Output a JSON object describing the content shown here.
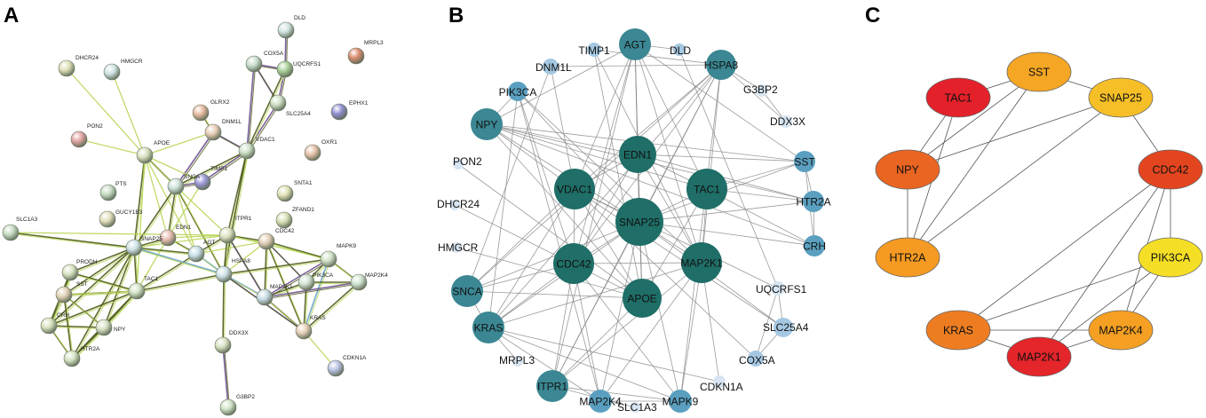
{
  "panels": [
    {
      "letter": "A",
      "nodes": [
        {
          "id": "DLD",
          "color": "#cfe3df"
        },
        {
          "id": "MRPL3",
          "color": "#d98a6e"
        },
        {
          "id": "COX5A",
          "color": "#c8dccd"
        },
        {
          "id": "UQCRFS1",
          "color": "#a9cf99"
        },
        {
          "id": "DHCR24",
          "color": "#dfe0b8"
        },
        {
          "id": "HMGCR",
          "color": "#cfe3e3"
        },
        {
          "id": "SLC25A4",
          "color": "#cfe0c5"
        },
        {
          "id": "EPHX1",
          "color": "#8f8ed0"
        },
        {
          "id": "GLRX2",
          "color": "#e7b9a0"
        },
        {
          "id": "DNM1L",
          "color": "#e9cdb8"
        },
        {
          "id": "PON2",
          "color": "#e1a3a3"
        },
        {
          "id": "VDAC1",
          "color": "#cde0c8"
        },
        {
          "id": "APOE",
          "color": "#d9e1c0"
        },
        {
          "id": "OXR1",
          "color": "#e7c1a8"
        },
        {
          "id": "TIMP1",
          "color": "#9b97d6"
        },
        {
          "id": "SNCA",
          "color": "#cfe2da"
        },
        {
          "id": "PTS",
          "color": "#c7dcc4"
        },
        {
          "id": "SNTA1",
          "color": "#e4e2b8"
        },
        {
          "id": "GUCY1B3",
          "color": "#e3dfbd"
        },
        {
          "id": "ZFAND1",
          "color": "#d7e0b8"
        },
        {
          "id": "SLC1A3",
          "color": "#c7dbc2"
        },
        {
          "id": "EDN1",
          "color": "#e6bcb0"
        },
        {
          "id": "ITPR1",
          "color": "#dde2c0"
        },
        {
          "id": "CDC42",
          "color": "#e4cfb8"
        },
        {
          "id": "SNAP25",
          "color": "#cfe3e6"
        },
        {
          "id": "AGT",
          "color": "#c7dde6"
        },
        {
          "id": "MAPK9",
          "color": "#cfe2c8"
        },
        {
          "id": "PRODH",
          "color": "#d8e3c2"
        },
        {
          "id": "HSPA8",
          "color": "#cfe2ea"
        },
        {
          "id": "PIK3CA",
          "color": "#d3e4d2"
        },
        {
          "id": "MAP2K4",
          "color": "#cfe3cf"
        },
        {
          "id": "SST",
          "color": "#e3d2b8"
        },
        {
          "id": "TAC1",
          "color": "#d2e3c4"
        },
        {
          "id": "MAP2K1",
          "color": "#c8dbe6"
        },
        {
          "id": "CRH",
          "color": "#d7e0bd"
        },
        {
          "id": "NPY",
          "color": "#d9e1c5"
        },
        {
          "id": "KRAS",
          "color": "#e7cfb8"
        },
        {
          "id": "HTR2A",
          "color": "#d4e2c2"
        },
        {
          "id": "DDX3X",
          "color": "#d8e1c2"
        },
        {
          "id": "CDKN1A",
          "color": "#b9c3e4"
        },
        {
          "id": "G3BP2",
          "color": "#d1e3c8"
        }
      ]
    },
    {
      "letter": "B",
      "nodes": [
        {
          "id": "AGT",
          "tier": 1
        },
        {
          "id": "TIMP1",
          "tier": 3
        },
        {
          "id": "DLD",
          "tier": 3
        },
        {
          "id": "DNM1L",
          "tier": 3
        },
        {
          "id": "HSPA8",
          "tier": 1
        },
        {
          "id": "G3BP2",
          "tier": 4
        },
        {
          "id": "PIK3CA",
          "tier": 2
        },
        {
          "id": "DDX3X",
          "tier": 4
        },
        {
          "id": "NPY",
          "tier": 1
        },
        {
          "id": "EDN1",
          "tier": 0
        },
        {
          "id": "SST",
          "tier": 2
        },
        {
          "id": "PON2",
          "tier": 4
        },
        {
          "id": "VDAC1",
          "tier": 0
        },
        {
          "id": "TAC1",
          "tier": 0
        },
        {
          "id": "HTR2A",
          "tier": 2
        },
        {
          "id": "DHCR24",
          "tier": 4
        },
        {
          "id": "SNAP25",
          "tier": 0
        },
        {
          "id": "CRH",
          "tier": 2
        },
        {
          "id": "HMGCR",
          "tier": 4
        },
        {
          "id": "CDC42",
          "tier": 0
        },
        {
          "id": "MAP2K1",
          "tier": 0
        },
        {
          "id": "SNCA",
          "tier": 1
        },
        {
          "id": "APOE",
          "tier": 0
        },
        {
          "id": "UQCRFS1",
          "tier": 4
        },
        {
          "id": "SLC25A4",
          "tier": 3
        },
        {
          "id": "KRAS",
          "tier": 1
        },
        {
          "id": "COX5A",
          "tier": 3
        },
        {
          "id": "MRPL3",
          "tier": 4
        },
        {
          "id": "CDKN1A",
          "tier": 4
        },
        {
          "id": "ITPR1",
          "tier": 1
        },
        {
          "id": "MAP2K4",
          "tier": 2
        },
        {
          "id": "SLC1A3",
          "tier": 4
        },
        {
          "id": "MAPK9",
          "tier": 2
        }
      ]
    },
    {
      "letter": "C",
      "nodes": [
        {
          "id": "SST",
          "color": "#f5a623"
        },
        {
          "id": "TAC1",
          "color": "#e4212a"
        },
        {
          "id": "SNAP25",
          "color": "#f6bf27"
        },
        {
          "id": "NPY",
          "color": "#ea6422"
        },
        {
          "id": "CDC42",
          "color": "#e3461f"
        },
        {
          "id": "HTR2A",
          "color": "#f59a22"
        },
        {
          "id": "PIK3CA",
          "color": "#f5df26"
        },
        {
          "id": "KRAS",
          "color": "#ee7d22"
        },
        {
          "id": "MAP2K4",
          "color": "#f5a023"
        },
        {
          "id": "MAP2K1",
          "color": "#e4252a"
        }
      ]
    }
  ],
  "colors": {
    "b_tiers": [
      "#1f6e67",
      "#3b8793",
      "#5a9fbf",
      "#a5c8e2",
      "#d7e5f2"
    ],
    "edge_gray": "#8a8a8a",
    "edge_a_strong": "#4d5a1c",
    "edge_a_light": "#b9d659",
    "edge_a_purple": "#6d4f8e",
    "edge_a_blue": "#6fa6c8"
  }
}
